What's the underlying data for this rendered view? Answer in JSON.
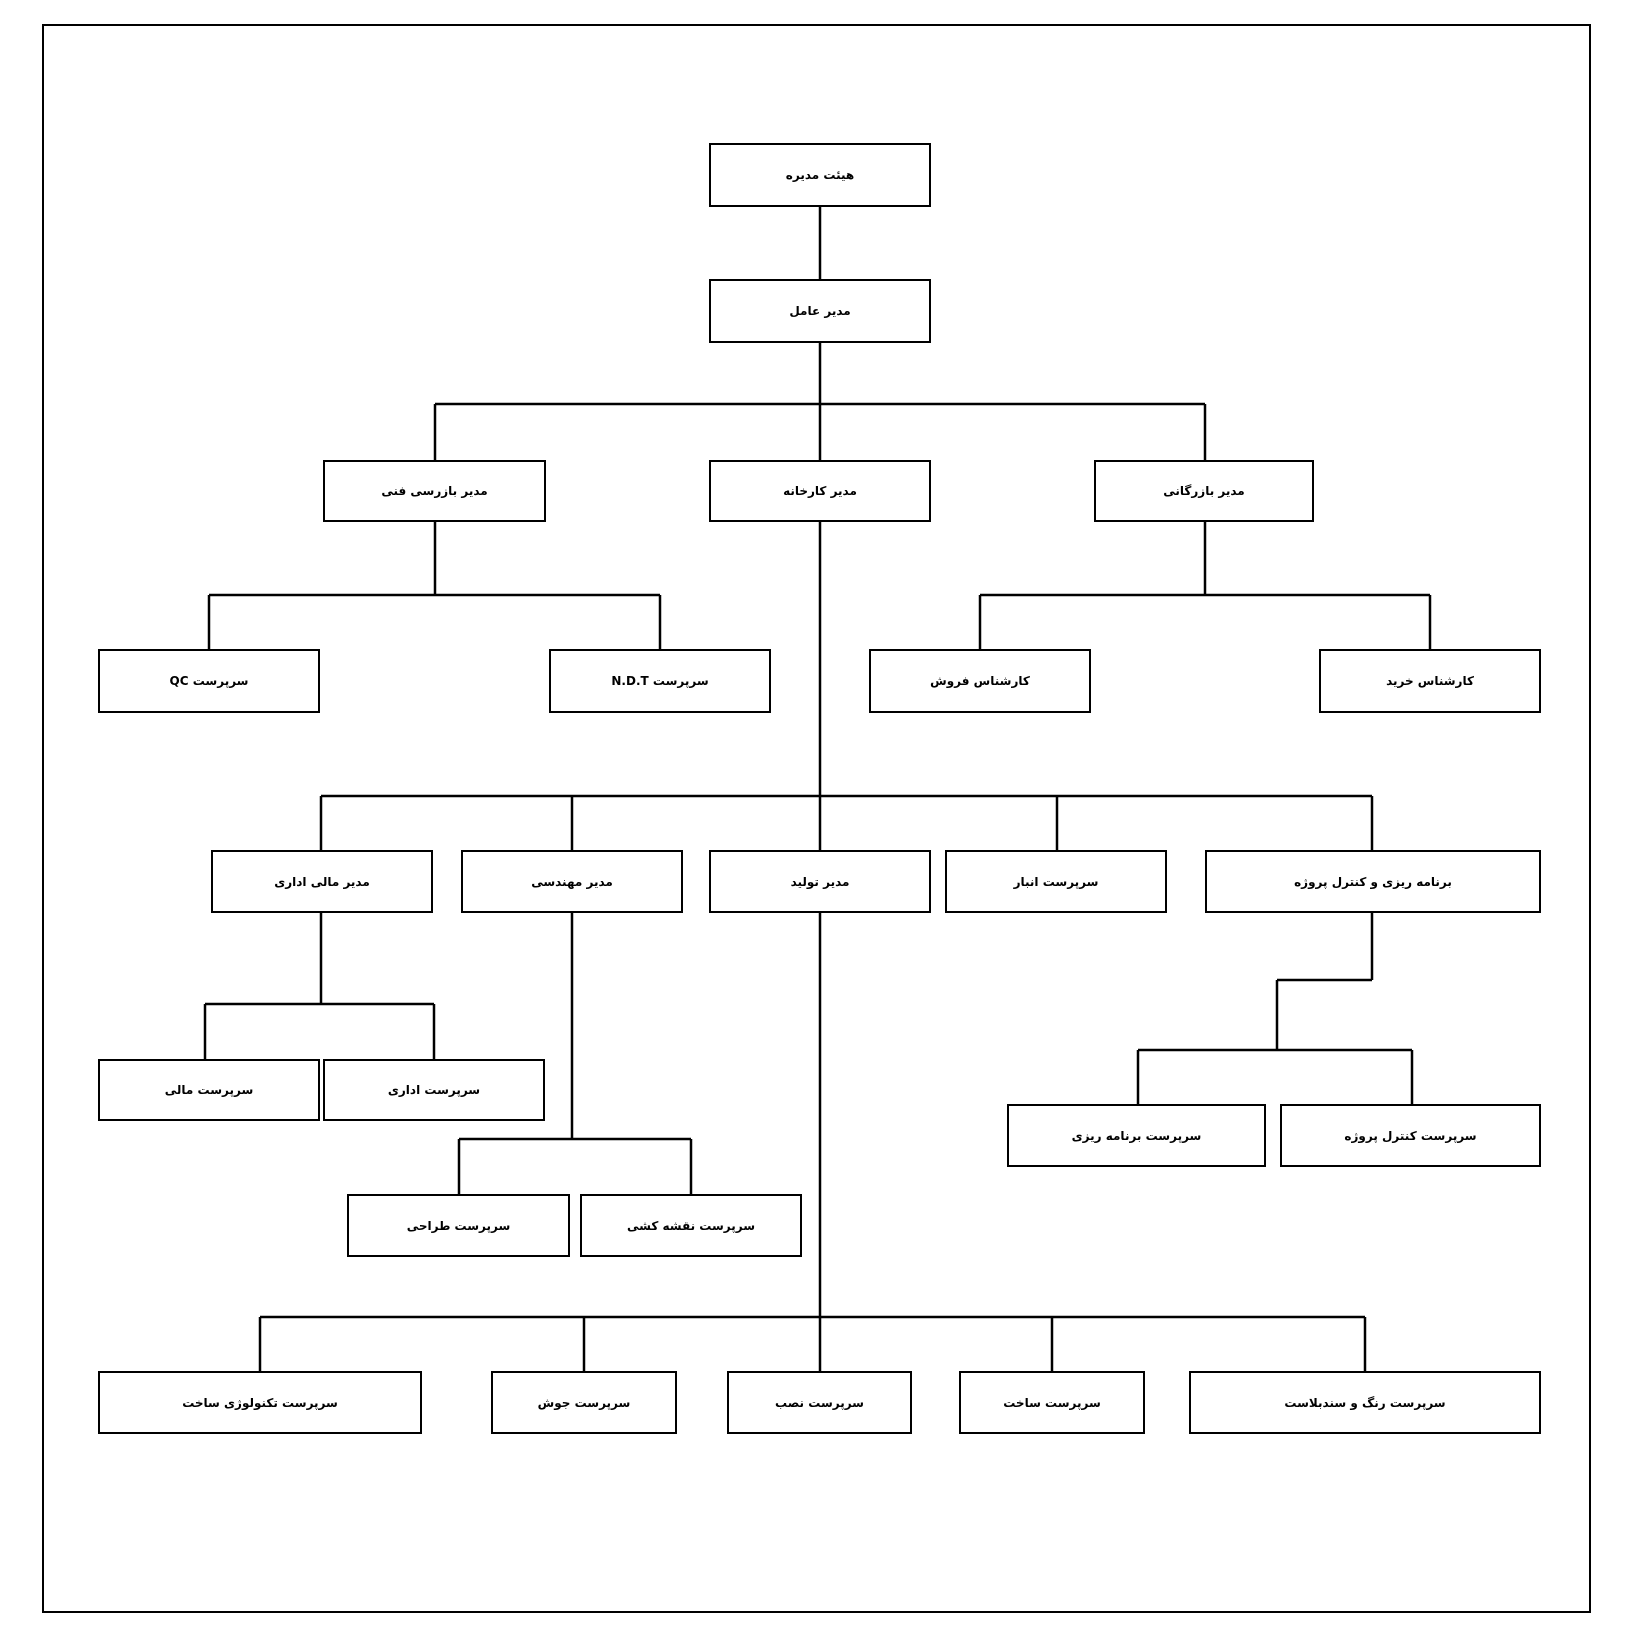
{
  "colors": {
    "line": "#000000",
    "background": "#ffffff",
    "text": "#000000"
  },
  "nodes": {
    "board": "هیئت مدیره",
    "ceo": "مدیر عامل",
    "technical_inspection_manager": "مدیر بازرسی فنی",
    "factory_manager": "مدیر کارخانه",
    "commercial_manager": "مدیر بازرگانی",
    "qc_supervisor": "سرپرست QC",
    "ndt_supervisor": "سرپرست N.D.T",
    "sales_expert": "کارشناس فروش",
    "purchase_expert": "کارشناس خرید",
    "finance_admin_manager": "مدیر مالی اداری",
    "engineering_manager": "مدیر مهندسی",
    "production_manager": "مدیر تولید",
    "warehouse_supervisor": "سرپرست انبار",
    "planning_control": "برنامه ریزی و کنترل پروژه",
    "finance_supervisor": "سرپرست مالی",
    "admin_supervisor": "سرپرست اداری",
    "planning_supervisor": "سرپرست برنامه ریزی",
    "project_control_supervisor": "سرپرست کنترل پروژه",
    "design_supervisor": "سرپرست طراحی",
    "drafting_supervisor": "سرپرست نقشه کشی",
    "fabrication_tech_supervisor": "سرپرست تکنولوژی ساخت",
    "welding_supervisor": "سرپرست جوش",
    "installation_supervisor": "سرپرست نصب",
    "fabrication_supervisor": "سرپرست ساخت",
    "painting_sandblast_supervisor": "سرپرست رنگ و سندبلاست"
  }
}
